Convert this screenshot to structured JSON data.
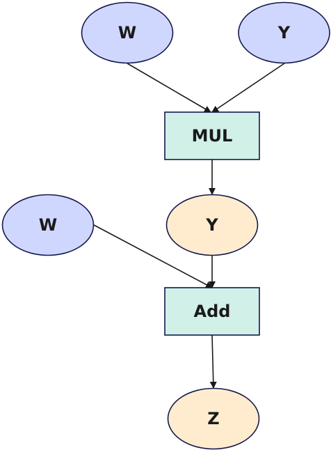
{
  "diagram": {
    "colors": {
      "input_fill": "#d0d7ff",
      "intermediate_fill": "#ffeccf",
      "operator_fill": "#d1f0e8",
      "stroke": "#13184a",
      "edge": "#1a1a1a"
    },
    "nodes": {
      "w_top": {
        "label": "W",
        "kind": "input"
      },
      "y_top": {
        "label": "Y",
        "kind": "input"
      },
      "mul": {
        "label": "MUL",
        "kind": "operator"
      },
      "y_mid": {
        "label": "Y",
        "kind": "intermediate"
      },
      "w_left": {
        "label": "W",
        "kind": "input"
      },
      "add": {
        "label": "Add",
        "kind": "operator"
      },
      "z": {
        "label": "Z",
        "kind": "intermediate"
      }
    },
    "edges": [
      {
        "from": "w_top",
        "to": "mul"
      },
      {
        "from": "y_top",
        "to": "mul"
      },
      {
        "from": "mul",
        "to": "y_mid"
      },
      {
        "from": "w_left",
        "to": "add"
      },
      {
        "from": "y_mid",
        "to": "add"
      },
      {
        "from": "add",
        "to": "z"
      }
    ]
  }
}
